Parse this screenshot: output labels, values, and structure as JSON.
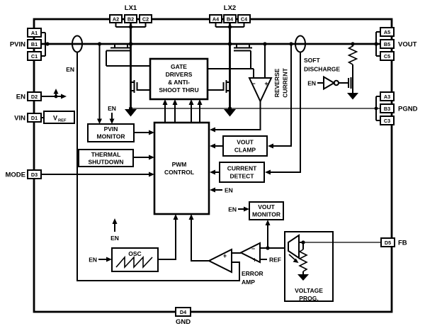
{
  "colors": {
    "ink": "#000000",
    "paper": "#ffffff"
  },
  "pins": {
    "a1": "A1",
    "b1": "B1",
    "c1": "C1",
    "d2": "D2",
    "d1": "D1",
    "d3": "D3",
    "a2": "A2",
    "b2": "B2",
    "c2": "C2",
    "a4": "A4",
    "b4": "B4",
    "c4": "C4",
    "a5": "A5",
    "b5": "B5",
    "c5": "C5",
    "a3": "A3",
    "b3": "B3",
    "c3": "C3",
    "d4": "D4",
    "d5": "D5"
  },
  "ports": {
    "pvin": "PVIN",
    "en": "EN",
    "vin": "VIN",
    "mode": "MODE",
    "lx1": "LX1",
    "lx2": "LX2",
    "vout": "VOUT",
    "pgnd": "PGND",
    "fb": "FB",
    "gnd": "GND"
  },
  "blocks": {
    "gate_drivers": {
      "l1": "GATE",
      "l2": "DRIVERS",
      "l3": "& ANTI-",
      "l4": "SHOOT THRU"
    },
    "pvin_monitor": {
      "l1": "PVIN",
      "l2": "MONITOR"
    },
    "thermal_shutdown": {
      "l1": "THERMAL",
      "l2": "SHUTDOWN"
    },
    "pwm_control": {
      "l1": "PWM",
      "l2": "CONTROL"
    },
    "vout_clamp": {
      "l1": "VOUT",
      "l2": "CLAMP"
    },
    "current_detect": {
      "l1": "CURRENT",
      "l2": "DETECT"
    },
    "vout_monitor": {
      "l1": "VOUT",
      "l2": "MONITOR"
    },
    "osc": {
      "l1": "OSC"
    },
    "error_amp": {
      "l1": "ERROR",
      "l2": "AMP"
    },
    "voltage_prog": {
      "l1": "VOLTAGE",
      "l2": "PROG."
    },
    "soft_discharge": {
      "l1": "SOFT",
      "l2": "DISCHARGE"
    },
    "reverse_current": {
      "l1": "REVERSE",
      "l2": "CURRENT"
    },
    "vref": {
      "v": "V",
      "sub": "REF"
    }
  },
  "signals": {
    "en": "EN",
    "ref": "REF",
    "plus": "+",
    "minus": "−"
  }
}
